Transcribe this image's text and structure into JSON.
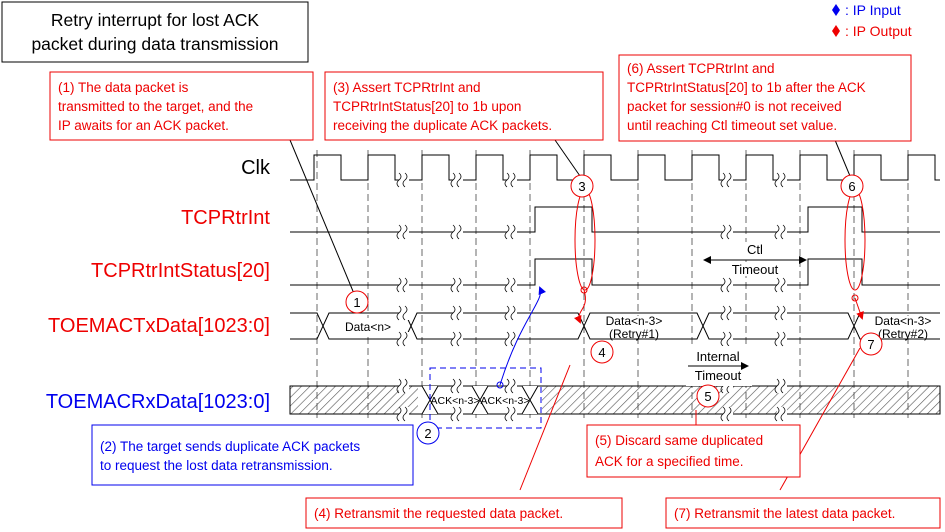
{
  "title": {
    "line1": "Retry interrupt for lost ACK",
    "line2": "packet during data transmission"
  },
  "legend": {
    "input_label": ": IP Input",
    "output_label": ": IP Output",
    "input_color": "#0000ee",
    "output_color": "#ee0000"
  },
  "signals": {
    "clk": "Clk",
    "trtint": "TCPRtrInt",
    "status": "TCPRtrIntStatus[20]",
    "tx": "TOEMACTxData[1023:0]",
    "rx": "TOEMACRxData[1023:0]"
  },
  "waveform_labels": {
    "data_n": "Data<n>",
    "data_retry1_a": "Data<n-3>",
    "data_retry1_b": "(Retry#1)",
    "data_retry2_a": "Data<n-3>",
    "data_retry2_b": "(Retry#2)",
    "ack1": "ACK<n-3>",
    "ack2": "ACK<n-3>",
    "ctl_a": "Ctl",
    "ctl_b": "Timeout",
    "internal_a": "Internal",
    "internal_b": "Timeout"
  },
  "markers": {
    "m1": "1",
    "m2": "2",
    "m3": "3",
    "m4": "4",
    "m5": "5",
    "m6": "6",
    "m7": "7"
  },
  "notes": {
    "n1": [
      "(1) The data packet is",
      "transmitted to the target, and the",
      "IP awaits for an ACK packet."
    ],
    "n2": [
      "(2) The target sends duplicate ACK packets",
      "to request the lost data retransmission."
    ],
    "n3": [
      "(3) Assert TCPRtrInt and",
      "TCPRtrIntStatus[20] to 1b upon",
      "receiving the duplicate ACK packets."
    ],
    "n4": [
      "(4) Retransmit the requested data packet."
    ],
    "n5": [
      "(5) Discard same duplicated",
      "ACK for a specified time."
    ],
    "n6": [
      "(6) Assert TCPRtrInt and",
      "TCPRtrIntStatus[20] to 1b after the ACK",
      "packet for session#0 is not received",
      "until reaching Ctl timeout set value."
    ],
    "n7": [
      "(7) Retransmit the latest data packet."
    ]
  },
  "colors": {
    "red": "#ee0000",
    "blue": "#0000ee",
    "dark_red": "#cc2222"
  }
}
